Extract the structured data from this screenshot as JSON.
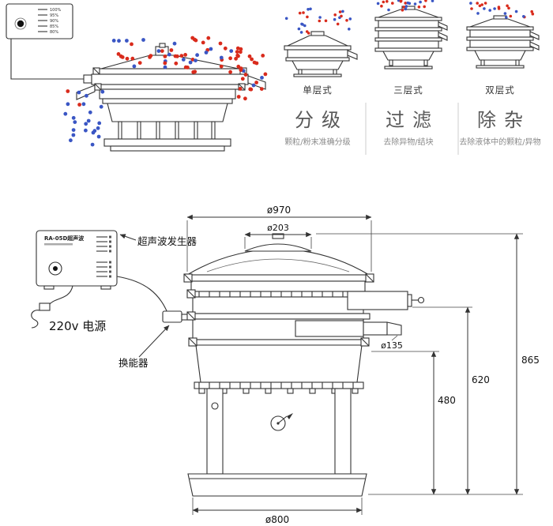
{
  "overview": {
    "controller": {
      "indicator_rows": [
        "100%",
        "95%",
        "90%",
        "85%",
        "80%"
      ]
    }
  },
  "variants": {
    "items": [
      {
        "type_label": "单层式",
        "function": "分级",
        "description": "颗粒/粉末准确分级"
      },
      {
        "type_label": "三层式",
        "function": "过滤",
        "description": "去除异物/结块"
      },
      {
        "type_label": "双层式",
        "function": "除杂",
        "description": "去除液体中的颗粒/异物"
      }
    ]
  },
  "drawing": {
    "labels": {
      "generator": "超声波发生器",
      "controller_title": "RA-05D超声波",
      "power": "220v 电源",
      "transducer": "换能器"
    },
    "dimensions": {
      "top_diameter": "ø970",
      "inlet_diameter": "ø203",
      "outlet_diameter": "ø135",
      "base_diameter": "ø800",
      "total_height": "865",
      "outlet_height": "620",
      "stand_height": "480"
    },
    "colors": {
      "line": "#333333",
      "red_particle": "#d92b1c",
      "blue_particle": "#3a56c4"
    }
  }
}
